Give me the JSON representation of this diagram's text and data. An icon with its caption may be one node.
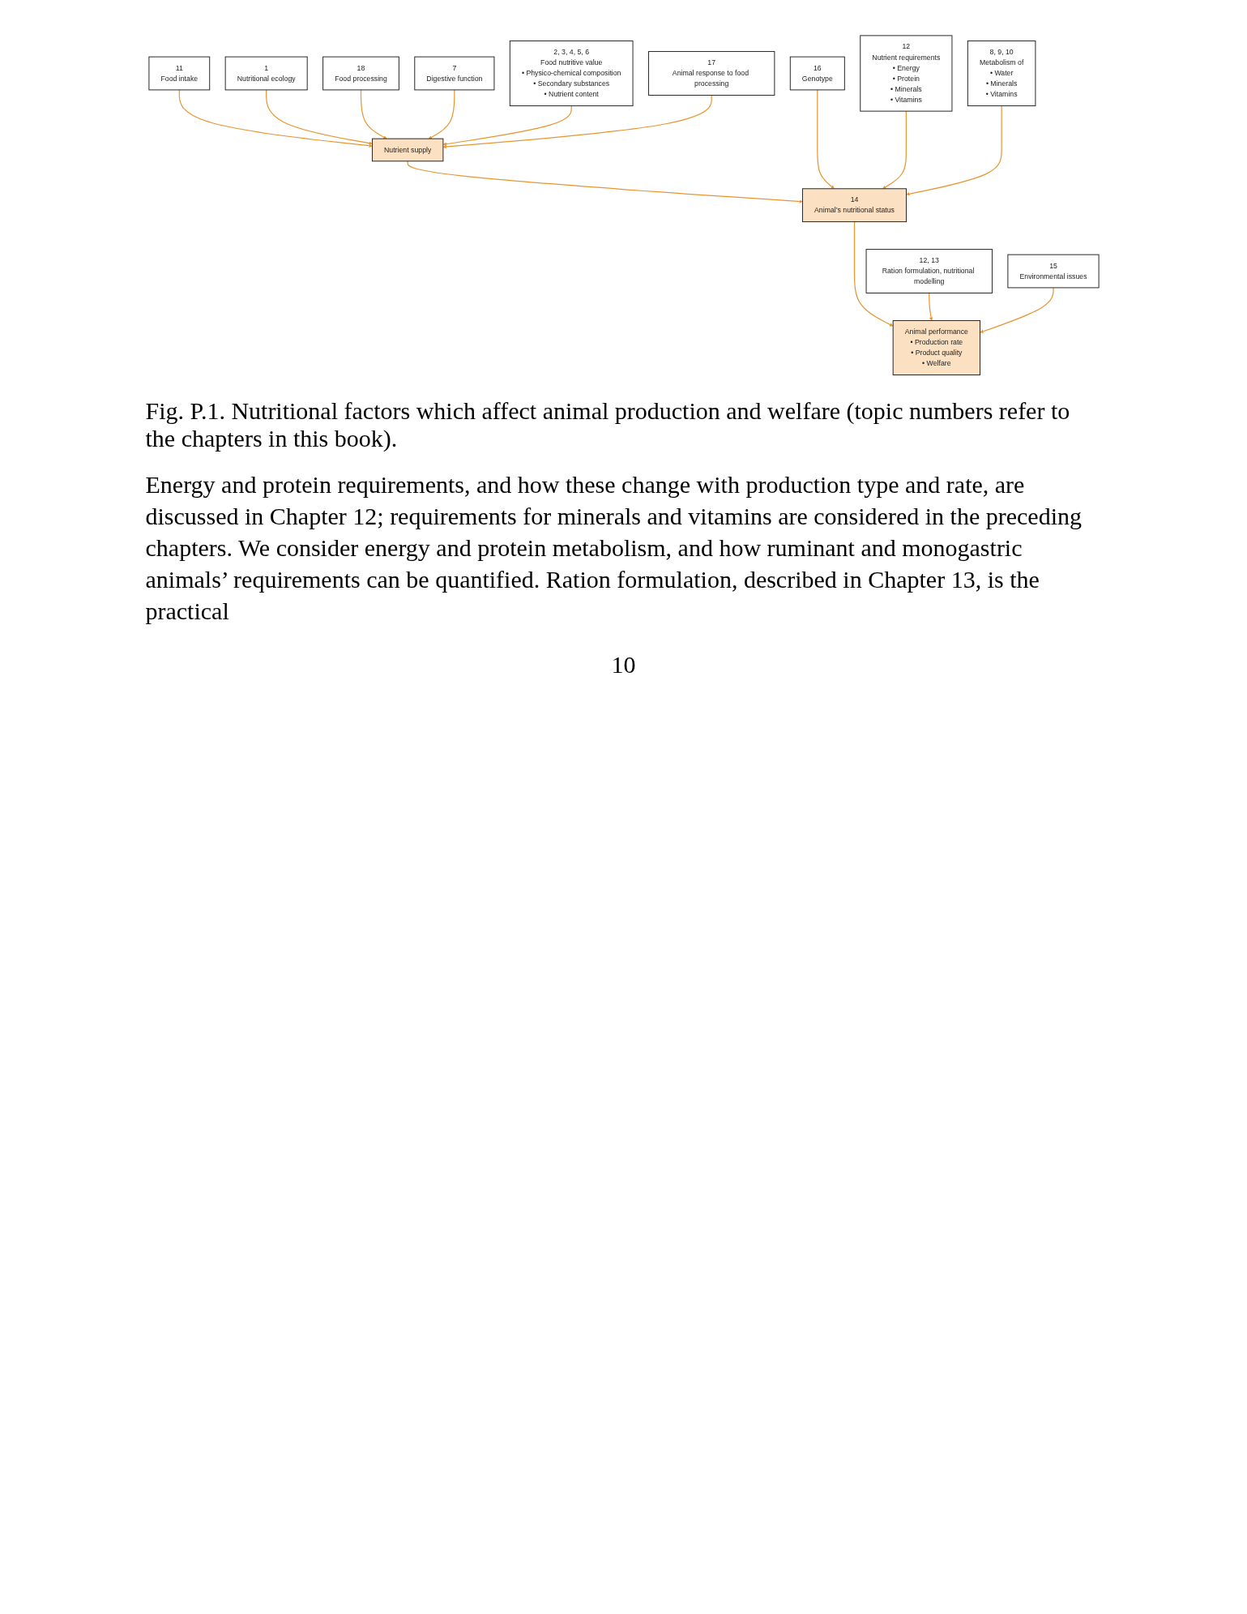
{
  "diagram": {
    "caption": "Fig. P.1. Nutritional factors which affect animal production and welfare (topic numbers refer to the chapters in this book).",
    "nodes": [
      {
        "text": [
          "11",
          "Food intake"
        ]
      },
      {
        "text": [
          "1",
          "Nutritional ecology"
        ]
      },
      {
        "text": [
          "18",
          "Food processing"
        ]
      },
      {
        "text": [
          "7",
          "Digestive function"
        ]
      },
      {
        "text": [
          "2, 3, 4, 5, 6",
          "Food nutritive value",
          "• Physico-chemical composition",
          "• Secondary substances",
          "• Nutrient content"
        ]
      },
      {
        "text": [
          "Nutrient supply"
        ]
      },
      {
        "text": [
          "16",
          "Genotype"
        ]
      },
      {
        "text": [
          "12",
          "Nutrient requirements",
          "• Energy",
          "• Protein",
          "• Minerals",
          "• Vitamins"
        ]
      },
      {
        "text": [
          "17",
          "Animal response to food processing"
        ]
      },
      {
        "text": [
          "8, 9, 10",
          "Metabolism of",
          "• Water",
          "• Minerals",
          "• Vitamins"
        ]
      },
      {
        "text": [
          "14",
          "Animal’s nutritional status"
        ]
      },
      {
        "text": [
          "12, 13",
          "Ration formulation, nutritional modelling"
        ]
      },
      {
        "text": [
          "15",
          "Environmental issues"
        ]
      },
      {
        "text": [
          "Animal performance",
          "• Production rate",
          "• Product quality",
          "• Welfare"
        ]
      }
    ],
    "edges": [
      {
        "from": 0,
        "to": 5,
        "arrow": "to"
      },
      {
        "from": 1,
        "to": 5,
        "arrow": "to"
      },
      {
        "from": 2,
        "to": 5,
        "arrow": "to"
      },
      {
        "from": 3,
        "to": 5,
        "arrow": "to"
      },
      {
        "from": 4,
        "to": 5,
        "arrow": "to"
      },
      {
        "from": 8,
        "to": 5,
        "arrow": "to"
      },
      {
        "from": 5,
        "to": 10,
        "arrow": "to"
      },
      {
        "from": 6,
        "to": 10,
        "arrow": "to"
      },
      {
        "from": 7,
        "to": 10,
        "arrow": "to"
      },
      {
        "from": 9,
        "to": 10,
        "arrow": "to"
      },
      {
        "from": 10,
        "to": 13,
        "arrow": "to"
      },
      {
        "from": 11,
        "to": 13,
        "arrow": "to"
      },
      {
        "from": 12,
        "to": 13,
        "arrow": "to"
      }
    ],
    "labels": [
      "Energy and protein requirements, and how these change with production type and rate, are discussed in Chapter 12; requirements for minerals and vitamins are considered in the preceding chapters. We consider energy and protein metabolism, and how ruminant and monogastric animals’ requirements can be quantified. Ration formulation, described in Chapter 13, is the practical",
      "10"
    ]
  }
}
